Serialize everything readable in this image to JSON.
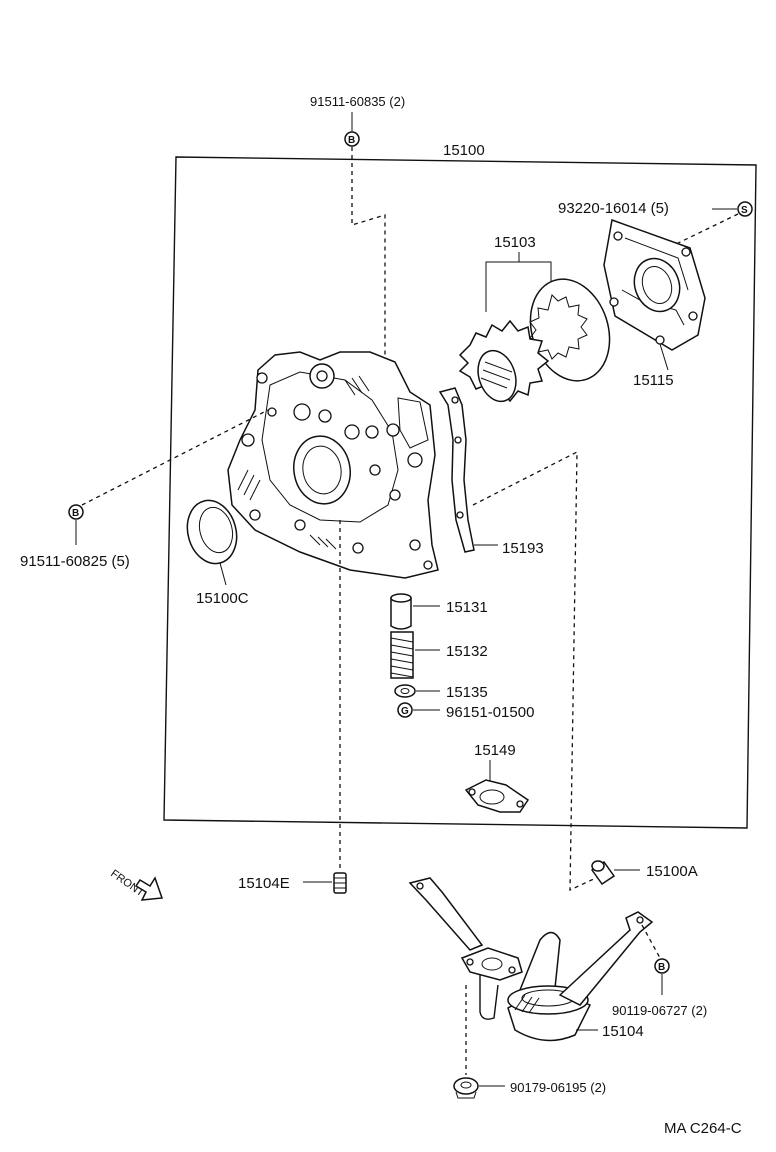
{
  "labels": {
    "p15100": "15100",
    "p91511_60835": "91511-60835 (2)",
    "p93220_16014": "93220-16014 (5)",
    "p15103": "15103",
    "p15115": "15115",
    "p91511_60825": "91511-60825 (5)",
    "p15193": "15193",
    "p15100C": "15100C",
    "p15131": "15131",
    "p15132": "15132",
    "p15135": "15135",
    "p96151_01500": "96151-01500",
    "p15149": "15149",
    "p15104E": "15104E",
    "p15100A": "15100A",
    "p90119_06727": "90119-06727 (2)",
    "p15104": "15104",
    "p90179_06195": "90179-06195 (2)",
    "diagram_code": "MA C264-C",
    "front": "FRONT"
  },
  "markers": {
    "b": "B",
    "s": "S",
    "g": "G"
  }
}
